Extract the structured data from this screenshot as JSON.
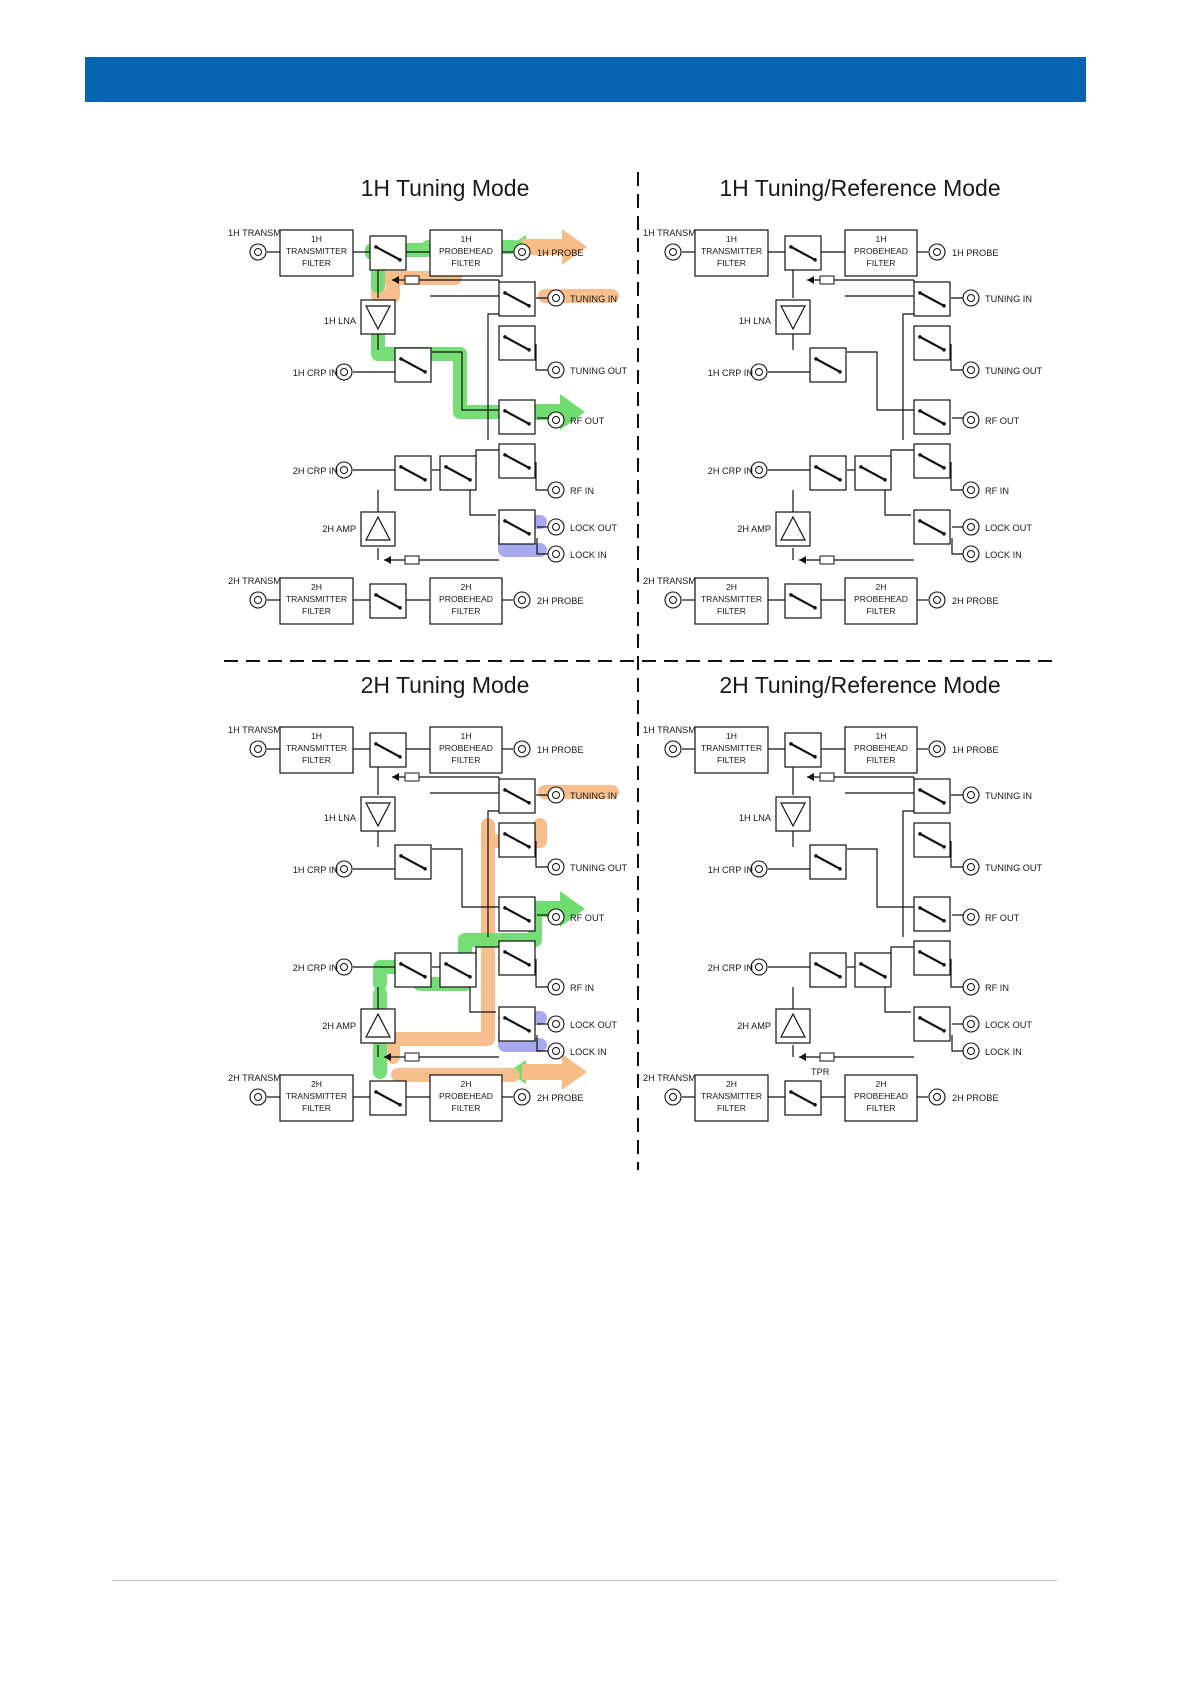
{
  "colors": {
    "header": "#0563b0",
    "green": "#6fdc6f",
    "orange": "#f7bc88",
    "purple": "#a4a4ee",
    "line": "#111111",
    "rule": "#bfbfbf"
  },
  "panels": [
    {
      "title": "1H Tuning Mode",
      "ox": 0,
      "oy": 0
    },
    {
      "title": "1H Tuning/Reference Mode",
      "ox": 415,
      "oy": 0
    },
    {
      "title": "2H Tuning Mode",
      "ox": 0,
      "oy": 497
    },
    {
      "title": "2H Tuning/Reference Mode",
      "ox": 415,
      "oy": 497
    }
  ],
  "labels": {
    "tx1": "1H TRANSM",
    "tx2": "2H TRANSM",
    "lna": "1H LNA",
    "amp": "2H AMP",
    "crp1": "1H CRP IN",
    "crp2": "2H CRP IN",
    "probe1": "1H PROBE",
    "probe2": "2H PROBE",
    "tuning_in": "TUNING IN",
    "tuning_out": "TUNING OUT",
    "rf_out": "RF OUT",
    "rf_in": "RF IN",
    "lock_out": "LOCK OUT",
    "lock_in": "LOCK IN",
    "tpr": "TPR"
  },
  "blocks": {
    "tx1": [
      "1H",
      "TRANSMITTER",
      "FILTER"
    ],
    "pf1": [
      "1H",
      "PROBEHEAD",
      "FILTER"
    ],
    "tx2": [
      "2H",
      "TRANSMITTER",
      "FILTER"
    ],
    "pf2": [
      "2H",
      "PROBEHEAD",
      "FILTER"
    ]
  }
}
